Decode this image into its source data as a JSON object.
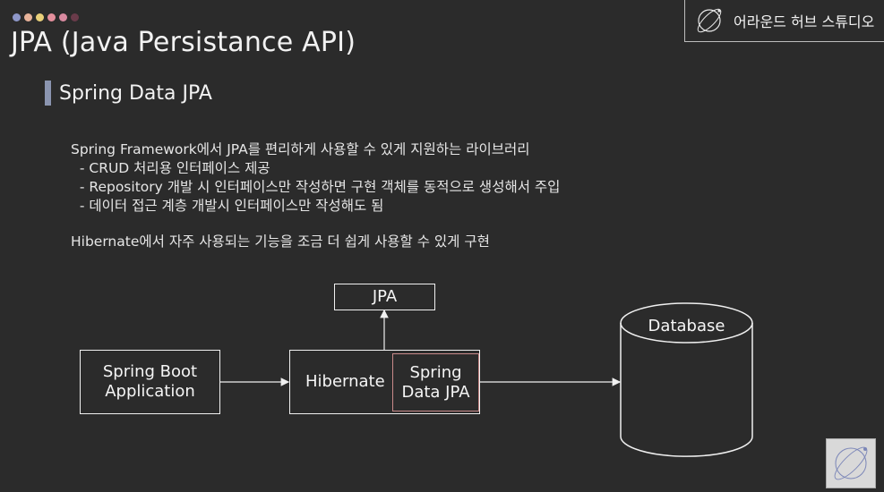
{
  "header": {
    "title": "JPA (Java Persistance API)",
    "brand_name": "어라운드 허브 스튜디오",
    "dot_colors": [
      "#8e97c9",
      "#e8b39a",
      "#e9d07a",
      "#e48f9c",
      "#d98aa0",
      "#6a3b4a"
    ]
  },
  "section": {
    "title": "Spring Data JPA"
  },
  "content": {
    "lines": [
      "Spring Framework에서 JPA를 편리하게 사용할 수 있게 지원하는 라이브러리",
      "  - CRUD 처리용 인터페이스 제공",
      "  - Repository 개발 시 인터페이스만 작성하면 구현 객체를 동적으로 생성해서 주입",
      "  - 데이터 접근 계층 개발시 인터페이스만 작성해도 됨",
      "Hibernate에서 자주 사용되는 기능을 조금 더 쉽게 사용할 수 있게 구현"
    ]
  },
  "diagram": {
    "jpa": "JPA",
    "spring_boot_line1": "Spring Boot",
    "spring_boot_line2": "Application",
    "hibernate": "Hibernate",
    "spring_data_line1": "Spring",
    "spring_data_line2": "Data JPA",
    "database": "Database"
  }
}
